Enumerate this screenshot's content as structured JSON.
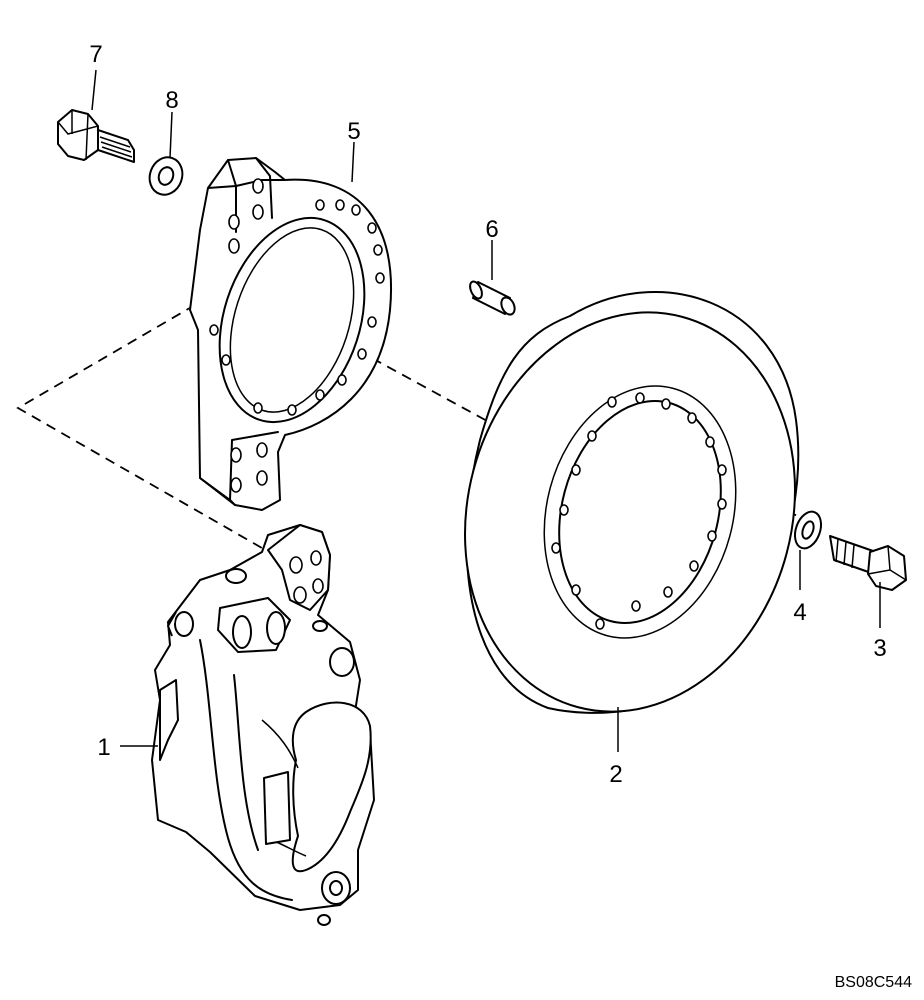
{
  "drawing_code": "BS08C544",
  "callouts": [
    {
      "id": "1",
      "part": "caliper"
    },
    {
      "id": "2",
      "part": "brake-disc"
    },
    {
      "id": "3",
      "part": "bolt"
    },
    {
      "id": "4",
      "part": "washer"
    },
    {
      "id": "5",
      "part": "bracket"
    },
    {
      "id": "6",
      "part": "pin"
    },
    {
      "id": "7",
      "part": "bolt"
    },
    {
      "id": "8",
      "part": "washer"
    }
  ]
}
